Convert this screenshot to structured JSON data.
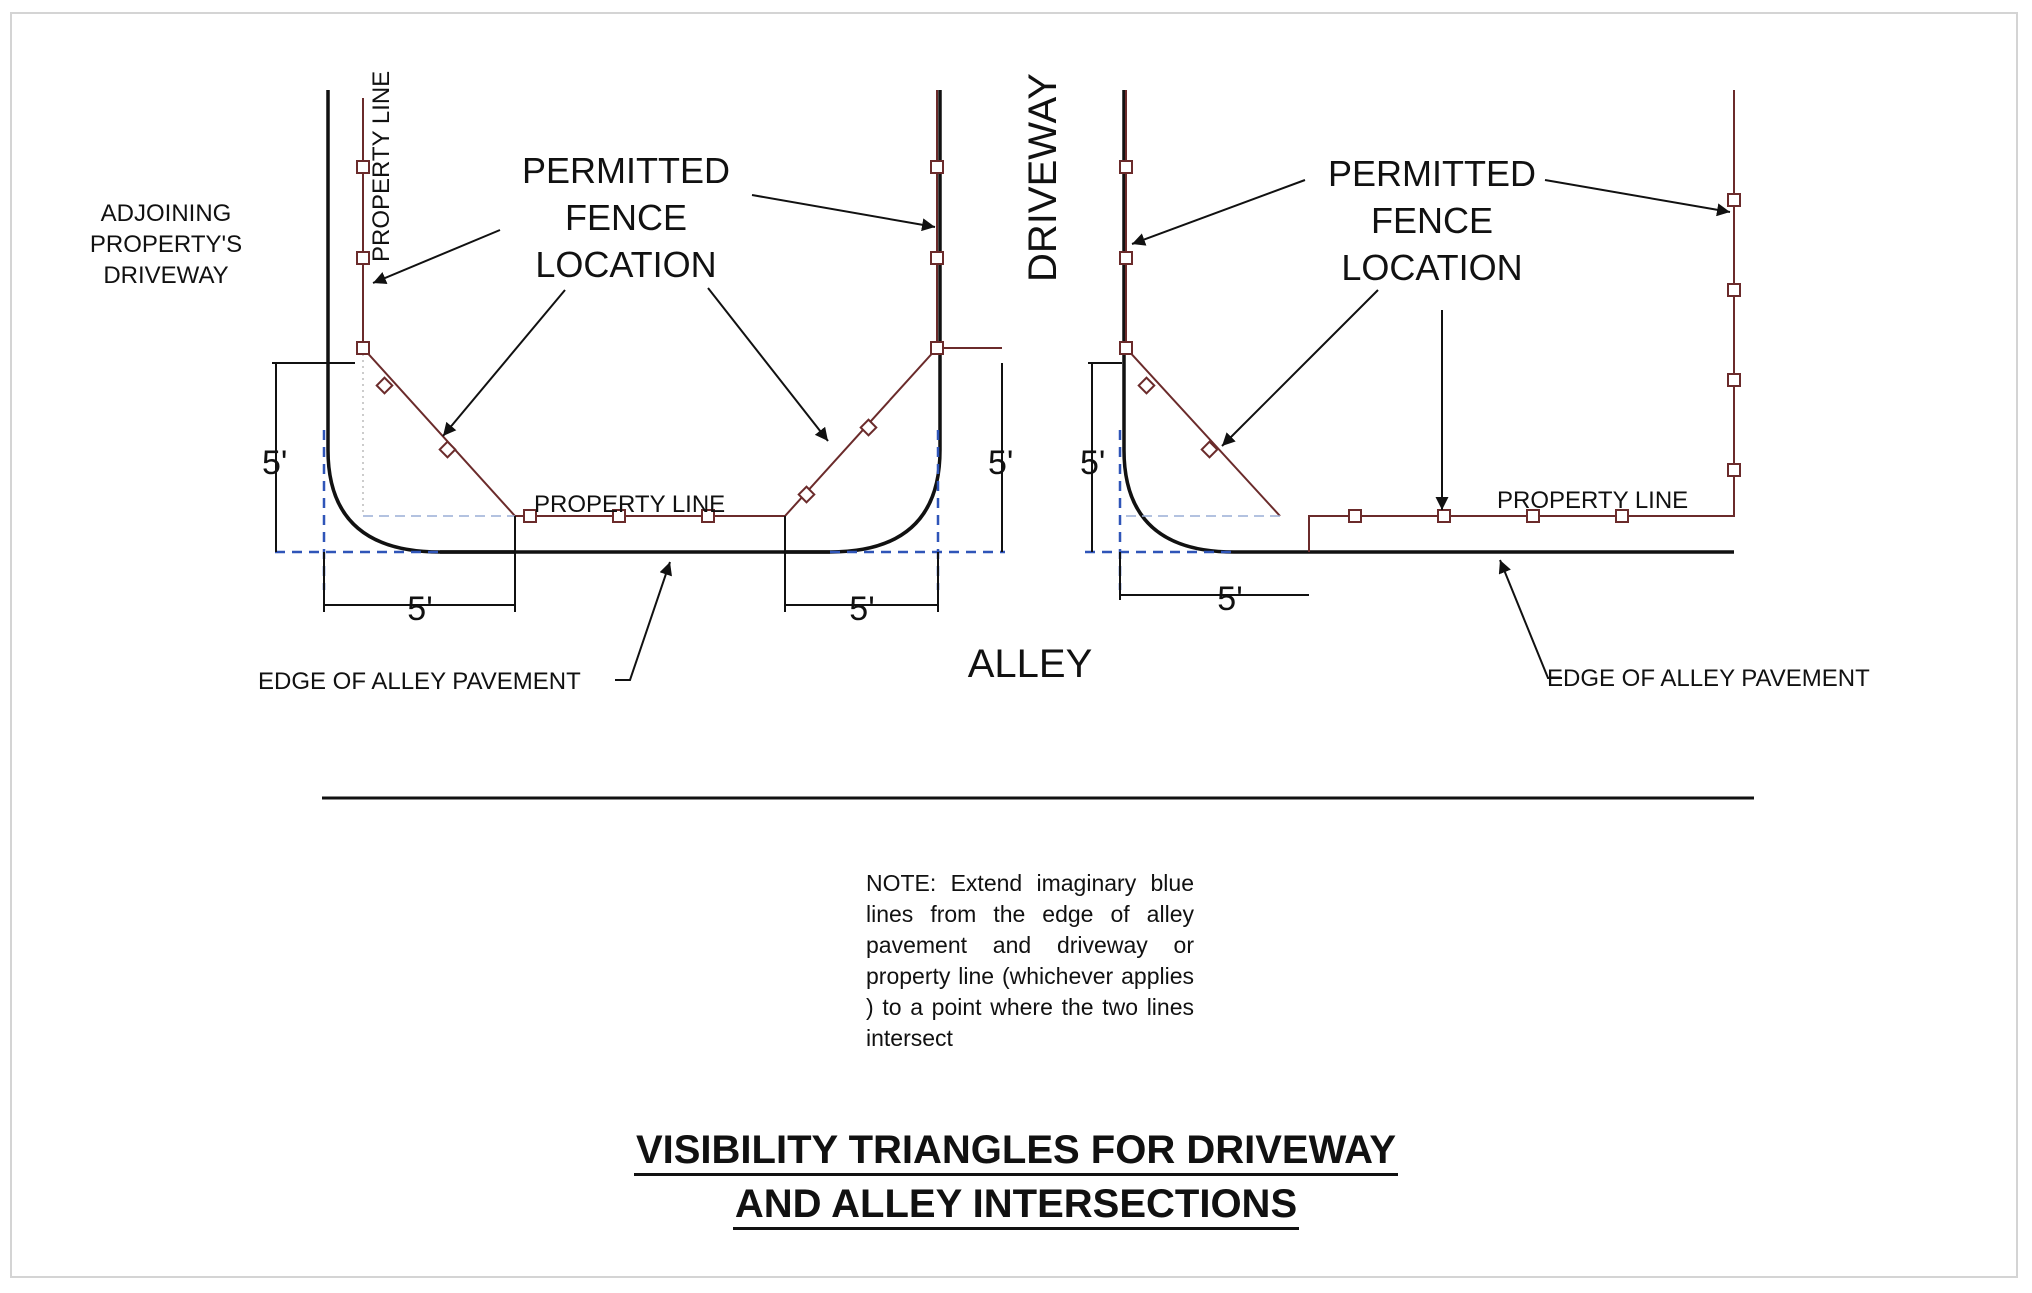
{
  "labels": {
    "adjoining_line1": "ADJOINING",
    "adjoining_line2": "PROPERTY'S",
    "adjoining_line3": "DRIVEWAY",
    "property_line_vertical": "PROPERTY LINE",
    "permitted_line1": "PERMITTED",
    "permitted_line2": "FENCE",
    "permitted_line3": "LOCATION",
    "driveway": "DRIVEWAY",
    "property_line": "PROPERTY LINE",
    "five_feet": "5'",
    "alley": "ALLEY",
    "edge_of_alley_pavement": "EDGE OF ALLEY PAVEMENT"
  },
  "note": "NOTE: Extend imaginary blue lines from the edge of alley pavement and driveway or property line (whichever applies ) to a point where the two lines intersect",
  "title": {
    "line1": "VISIBILITY TRIANGLES FOR DRIVEWAY",
    "line2": "AND ALLEY INTERSECTIONS"
  },
  "colors": {
    "ink": "#111111",
    "fence": "#6b2b2b",
    "imaginary_line": "#2f55b8",
    "faint_line": "#9aaed6",
    "frame": "#d4d4d4"
  }
}
